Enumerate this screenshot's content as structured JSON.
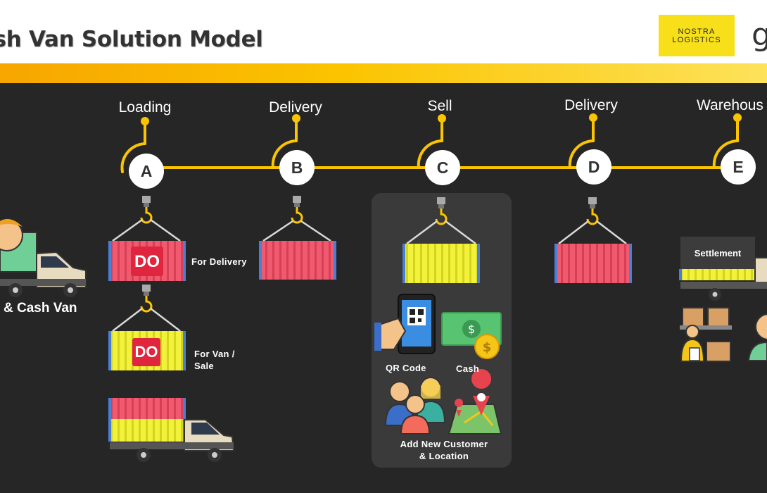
{
  "header": {
    "title": "ash Van Solution Model",
    "logo_line1": "NOSTRA",
    "logo_line2": "LOGISTICS",
    "partner_logo_partial": "g"
  },
  "timeline": {
    "stages": [
      {
        "letter": "A",
        "label": "Loading"
      },
      {
        "letter": "B",
        "label": "Delivery"
      },
      {
        "letter": "C",
        "label": "Sell"
      },
      {
        "letter": "D",
        "label": "Delivery"
      },
      {
        "letter": "E",
        "label": "Warehous"
      }
    ]
  },
  "left": {
    "vehicle_label": "& Cash Van"
  },
  "containers": {
    "do_text": "DO",
    "for_delivery": "For Delivery",
    "for_van_line1": "For Van /",
    "for_van_line2": "Sale"
  },
  "sell_panel": {
    "qr_label": "QR Code",
    "cash_label": "Cash",
    "add_customer_line1": "Add New Customer",
    "add_customer_line2": "& Location"
  },
  "warehouse": {
    "settlement_label": "Settlement"
  },
  "colors": {
    "accent_yellow": "#fbc400",
    "container_red": "#f05a6e",
    "container_yellow": "#f2f23c",
    "do_badge": "#e0263e",
    "background": "#262626"
  }
}
